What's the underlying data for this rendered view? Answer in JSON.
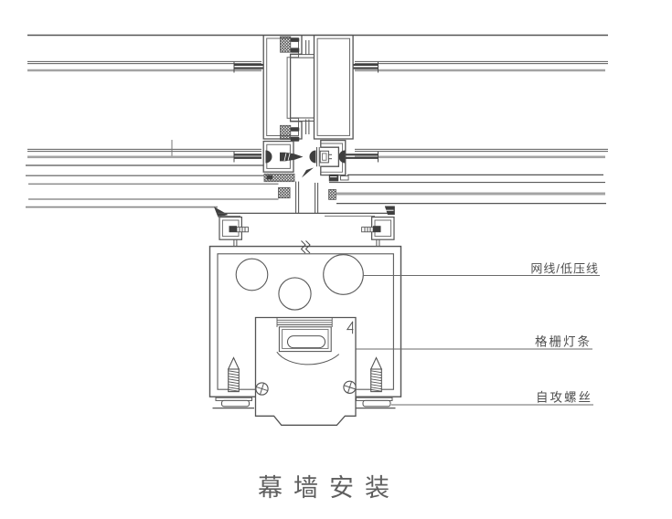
{
  "diagram": {
    "title": "幕墙安装",
    "callouts": {
      "cable": {
        "label": "网线/低压线"
      },
      "light": {
        "label": "格栅灯条"
      },
      "screw": {
        "label": "自攻螺丝"
      }
    }
  },
  "colors": {
    "line": "#545454",
    "inner_line": "#6a6a6a",
    "dark_fill": "#3f3f3f",
    "glass_gray": "#a3a3a3",
    "label_text": "#4f4f4f",
    "title_text": "#5f5f5f",
    "background": "#ffffff"
  }
}
